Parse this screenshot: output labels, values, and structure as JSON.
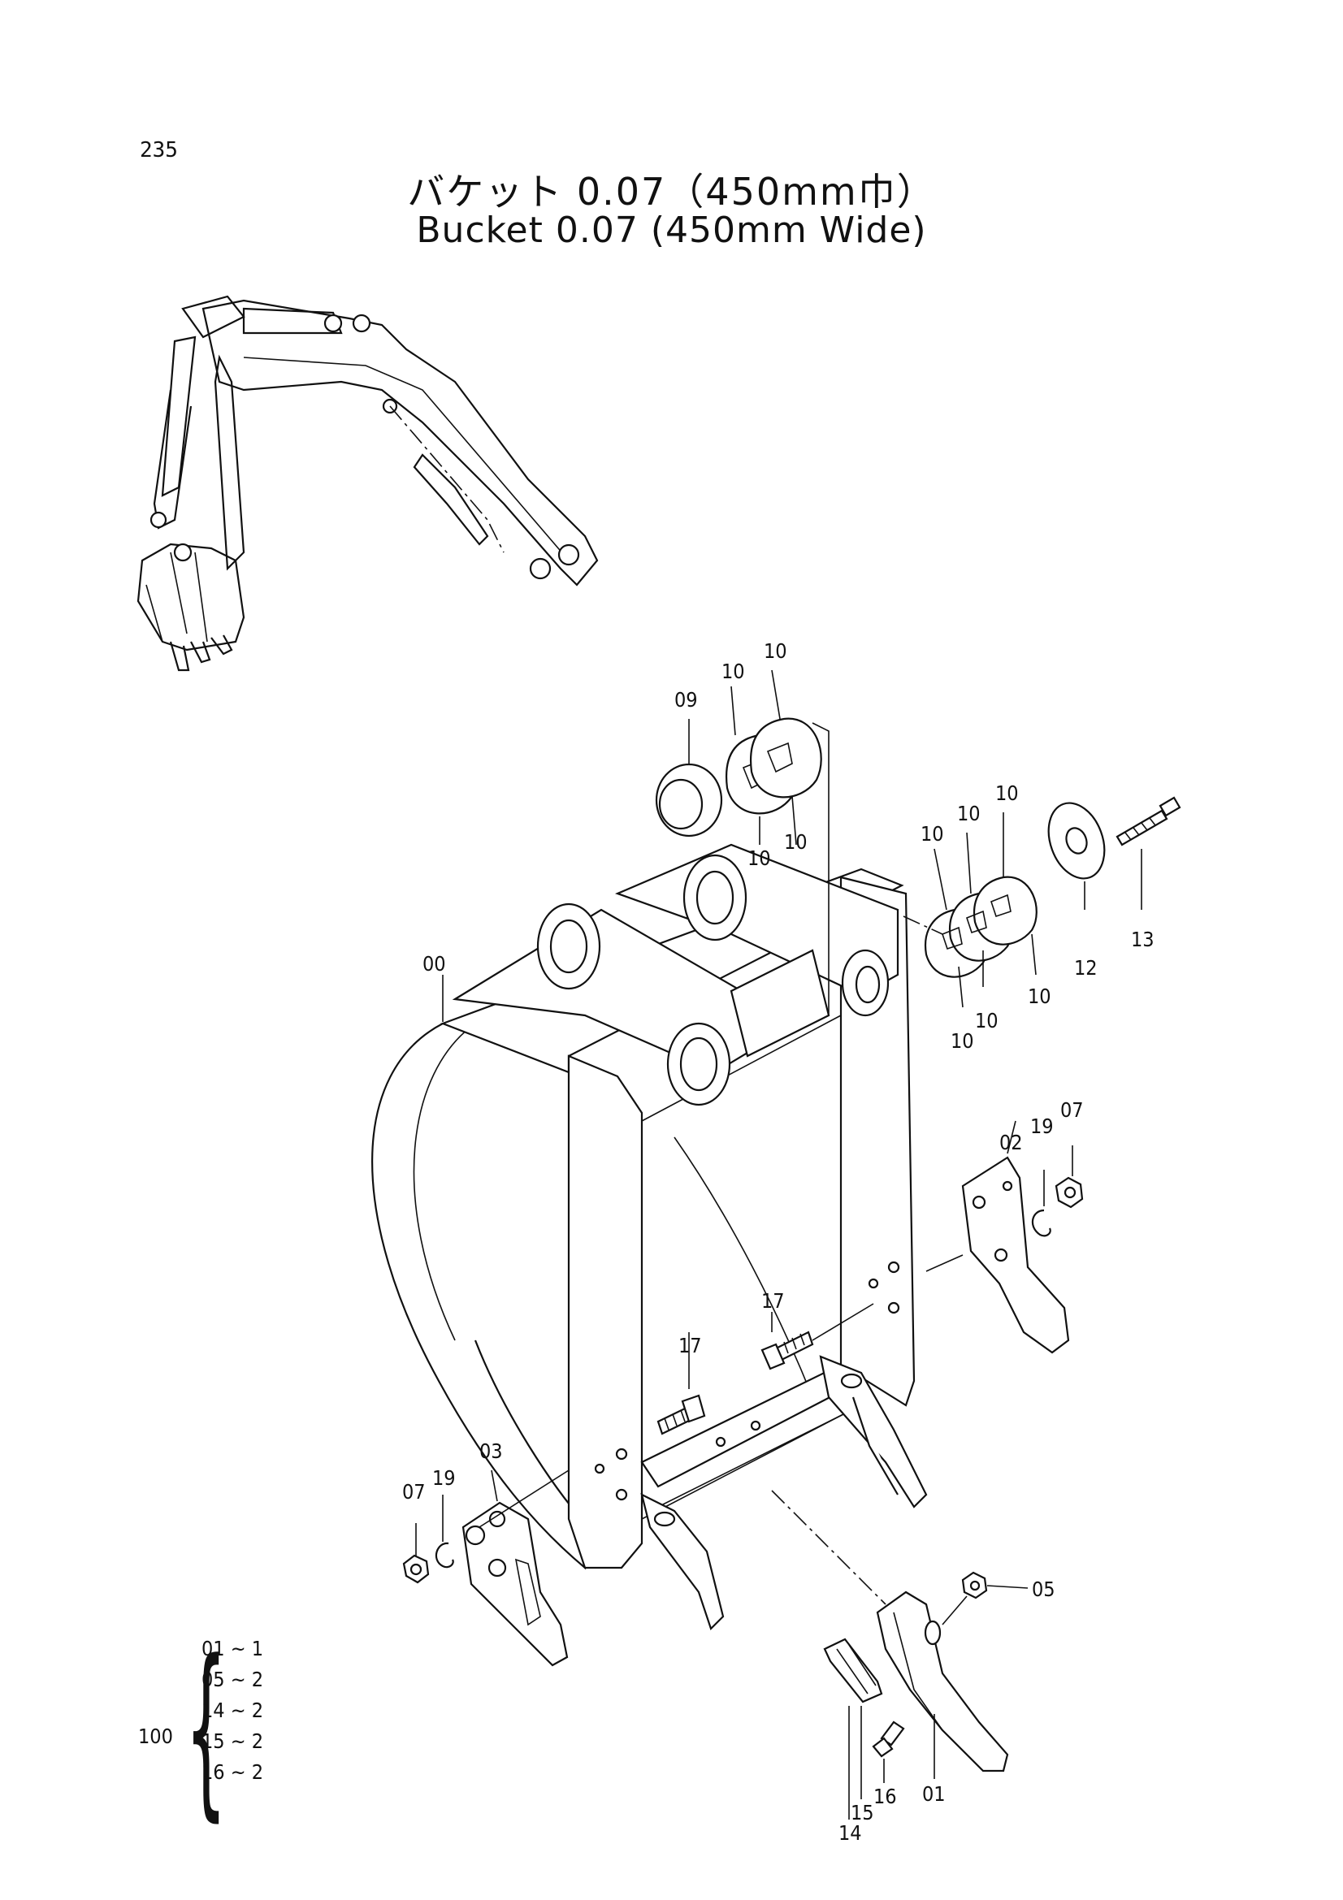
{
  "page_number": "235",
  "title_ja": "バケット 0.07（450mm巾）",
  "title_en": "Bucket 0.07 (450mm Wide)",
  "labels": {
    "l00": "00",
    "l01": "01",
    "l02": "02",
    "l03": "03",
    "l05": "05",
    "l07a": "07",
    "l07b": "07",
    "l09": "09",
    "l10": "10",
    "l12": "12",
    "l13": "13",
    "l14": "14",
    "l15": "15",
    "l16": "16",
    "l17a": "17",
    "l17b": "17",
    "l19a": "19",
    "l19b": "19"
  },
  "kit": {
    "number": "100",
    "items": [
      "01 ~ 1",
      "05 ~ 2",
      "14 ~ 2",
      "15 ~ 2",
      "16 ~ 2"
    ]
  }
}
